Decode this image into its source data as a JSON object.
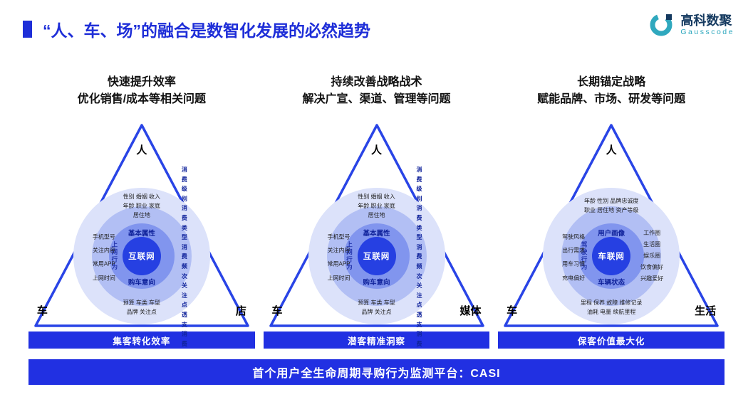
{
  "header": {
    "title": "“人、车、场”的融合是数智化发展的必然趋势",
    "logo": {
      "name": "高科数聚",
      "sub": "Gausscode",
      "icon": "gausscode-ring-icon"
    }
  },
  "colors": {
    "accent_blue": "#2130e2",
    "title_blue": "#1e2ed8",
    "triangle_stroke": "#2944e6",
    "ring_light": "#dce2fa",
    "ring_mid": "#b2bff4",
    "ring_dark": "#8195ee",
    "logo_teal": "#2fa8be",
    "logo_navy": "#14395f"
  },
  "columns": [
    {
      "heading_line1": "快速提升效率",
      "heading_line2": "优化销售/成本等相关问题",
      "vertex_top": "人",
      "vertex_left": "车",
      "vertex_right": "店",
      "center": "互联网",
      "ring_top": "基本属性",
      "ring_bottom": "购车意向",
      "ring_left_vertical": "上网行为",
      "ring_right_list": "消费级别\n消费类型\n消费频次\n关注点\n透支消费",
      "cluster_top": "性别 婚姻 收入\n年龄 职业 家庭\n居住地",
      "cluster_left": "手机型号\n关注内容\n常用APP\n上网时间",
      "cluster_bottom": "预算 车类 车型\n品牌 关注点",
      "banner": "集客转化效率"
    },
    {
      "heading_line1": "持续改善战略战术",
      "heading_line2": "解决广宣、渠道、管理等问题",
      "vertex_top": "人",
      "vertex_left": "车",
      "vertex_right": "媒体",
      "center": "互联网",
      "ring_top": "基本属性",
      "ring_bottom": "购车意向",
      "ring_left_vertical": "上网行为",
      "ring_right_list": "消费级别\n消费类型\n消费频次\n关注点\n透支消费",
      "cluster_top": "性别 婚姻 收入\n年龄 职业 家庭\n居住地",
      "cluster_left": "手机型号\n关注内容\n常用APP\n上网时间",
      "cluster_bottom": "预算 车类 车型\n品牌 关注点",
      "banner": "潜客精准洞察"
    },
    {
      "heading_line1": "长期锚定战略",
      "heading_line2": "赋能品牌、市场、研发等问题",
      "vertex_top": "人",
      "vertex_left": "车",
      "vertex_right": "生活",
      "center": "车联网",
      "ring_top": "用户画像",
      "ring_bottom": "车辆状态",
      "ring_left_vertical": "驾驶行为",
      "cluster_top": "年龄 性别 品牌忠诚度\n职业 居住地 资产等级",
      "cluster_left": "驾驶风格\n出行需求\n用车习惯\n充电偏好",
      "cluster_right": "工作圈\n生活圈\n娱乐圈\n饮食偏好\n兴趣爱好",
      "cluster_bottom": "里程 保养 故障 维修记录\n油耗 电量 续航里程",
      "banner": "保客价值最大化"
    }
  ],
  "bottom_banner": "首个用户全生命周期寻购行为监测平台：CASI"
}
